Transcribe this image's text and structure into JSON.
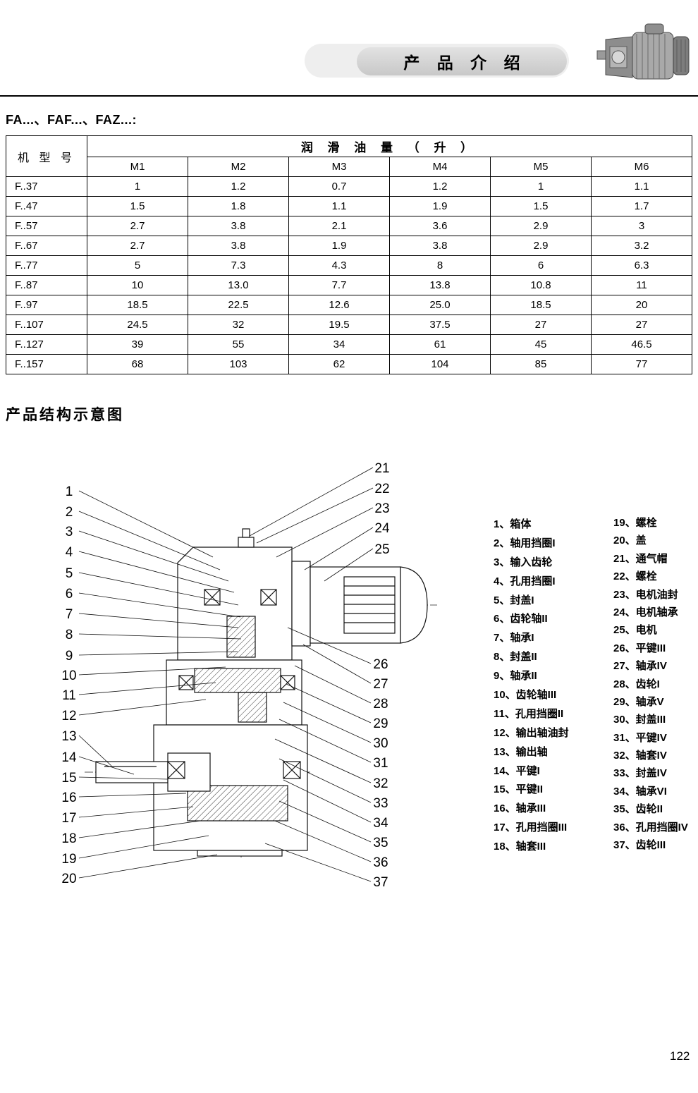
{
  "header": {
    "banner_title": "产 品 介 绍",
    "page_number": "122"
  },
  "section": {
    "series_label": "FA...、FAF...、FAZ...:",
    "diagram_title": "产品结构示意图"
  },
  "table": {
    "col0_header": "机 型 号",
    "span_header": "润 滑 油 量 （ 升 ）",
    "sub_headers": [
      "M1",
      "M2",
      "M3",
      "M4",
      "M5",
      "M6"
    ],
    "rows": [
      {
        "model": "F..37",
        "values": [
          "1",
          "1.2",
          "0.7",
          "1.2",
          "1",
          "1.1"
        ]
      },
      {
        "model": "F..47",
        "values": [
          "1.5",
          "1.8",
          "1.1",
          "1.9",
          "1.5",
          "1.7"
        ]
      },
      {
        "model": "F..57",
        "values": [
          "2.7",
          "3.8",
          "2.1",
          "3.6",
          "2.9",
          "3"
        ]
      },
      {
        "model": "F..67",
        "values": [
          "2.7",
          "3.8",
          "1.9",
          "3.8",
          "2.9",
          "3.2"
        ]
      },
      {
        "model": "F..77",
        "values": [
          "5",
          "7.3",
          "4.3",
          "8",
          "6",
          "6.3"
        ]
      },
      {
        "model": "F..87",
        "values": [
          "10",
          "13.0",
          "7.7",
          "13.8",
          "10.8",
          "11"
        ]
      },
      {
        "model": "F..97",
        "values": [
          "18.5",
          "22.5",
          "12.6",
          "25.0",
          "18.5",
          "20"
        ]
      },
      {
        "model": "F..107",
        "values": [
          "24.5",
          "32",
          "19.5",
          "37.5",
          "27",
          "27"
        ]
      },
      {
        "model": "F..127",
        "values": [
          "39",
          "55",
          "34",
          "61",
          "45",
          "46.5"
        ]
      },
      {
        "model": "F..157",
        "values": [
          "68",
          "103",
          "62",
          "104",
          "85",
          "77"
        ]
      }
    ]
  },
  "diagram": {
    "callouts_left": [
      "1",
      "2",
      "3",
      "4",
      "5",
      "6",
      "7",
      "8",
      "9",
      "10",
      "11",
      "12",
      "13",
      "14",
      "15",
      "16",
      "17",
      "18",
      "19",
      "20"
    ],
    "callouts_top_right": [
      "21",
      "22",
      "23",
      "24",
      "25"
    ],
    "callouts_right": [
      "26",
      "27",
      "28",
      "29",
      "30",
      "31",
      "32",
      "33",
      "34",
      "35",
      "36",
      "37"
    ]
  },
  "parts_list": {
    "left": [
      "1、箱体",
      "2、轴用挡圈I",
      "3、输入齿轮",
      "4、孔用挡圈I",
      "5、封盖I",
      "6、齿轮轴II",
      "7、轴承I",
      "8、封盖II",
      "9、轴承II",
      "10、齿轮轴III",
      "11、孔用挡圈II",
      "12、输出轴油封",
      "13、输出轴",
      "14、平键I",
      "15、平键II",
      "16、轴承III",
      "17、孔用挡圈III",
      "18、轴套III"
    ],
    "right": [
      "19、螺栓",
      "20、盖",
      "21、通气帽",
      "22、螺栓",
      "23、电机油封",
      "24、电机轴承",
      "25、电机",
      "26、平键III",
      "27、轴承IV",
      "28、齿轮I",
      "29、轴承V",
      "30、封盖III",
      "31、平键IV",
      "32、轴套IV",
      "33、封盖IV",
      "34、轴承VI",
      "35、齿轮II",
      "36、孔用挡圈IV",
      "37、齿轮III"
    ]
  }
}
